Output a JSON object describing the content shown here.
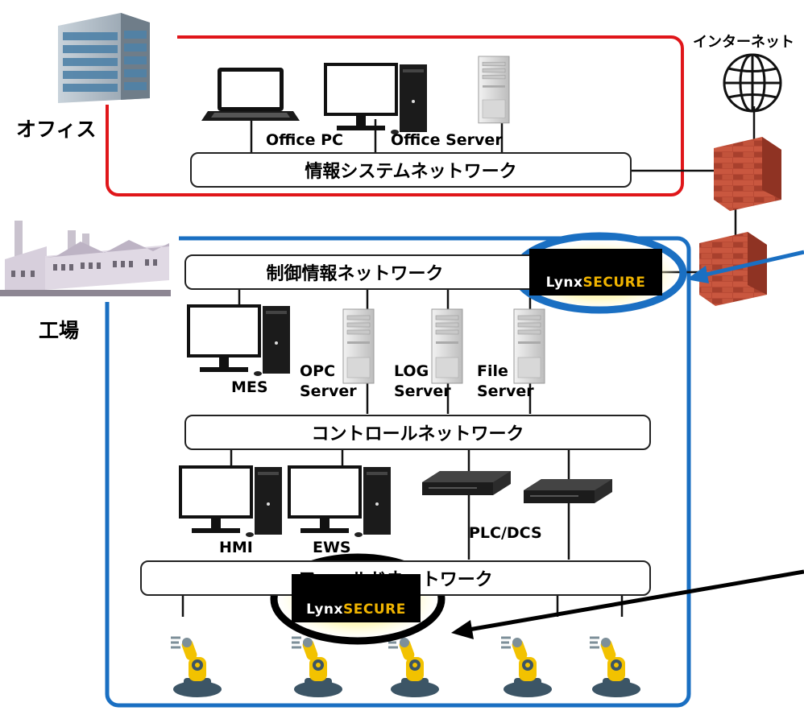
{
  "zones": {
    "office": "オフィス",
    "factory": "工場",
    "internet": "インターネット"
  },
  "networks": {
    "info_system": "情報システムネットワーク",
    "control_info": "制御情報ネットワーク",
    "control": "コントロールネットワーク",
    "field": "フィールドネットワーク"
  },
  "devices": {
    "office_pc": "Office PC",
    "office_server": "Office Server",
    "mes": "MES",
    "opc_server": "OPC\nServer",
    "log_server": "LOG\nServer",
    "file_server": "File\nServer",
    "hmi": "HMI",
    "ews": "EWS",
    "plc_dcs": "PLC/DCS"
  },
  "product": {
    "name_part1": "Lynx",
    "name_part2": "SECURE"
  },
  "colors": {
    "office_border": "#e0161a",
    "factory_border": "#1a6fc2",
    "callout_blue": "#1a6fc2",
    "callout_black": "#000000",
    "brand_gold": "#f0b400",
    "brick": "#b5452f",
    "robot_yellow": "#f2c200",
    "robot_gray": "#3c5566"
  },
  "icons": [
    "office-building-icon",
    "factory-icon",
    "globe-icon",
    "firewall-icon",
    "laptop-icon",
    "desktop-pc-icon",
    "server-tower-icon",
    "plc-device-icon",
    "robot-arm-icon"
  ]
}
